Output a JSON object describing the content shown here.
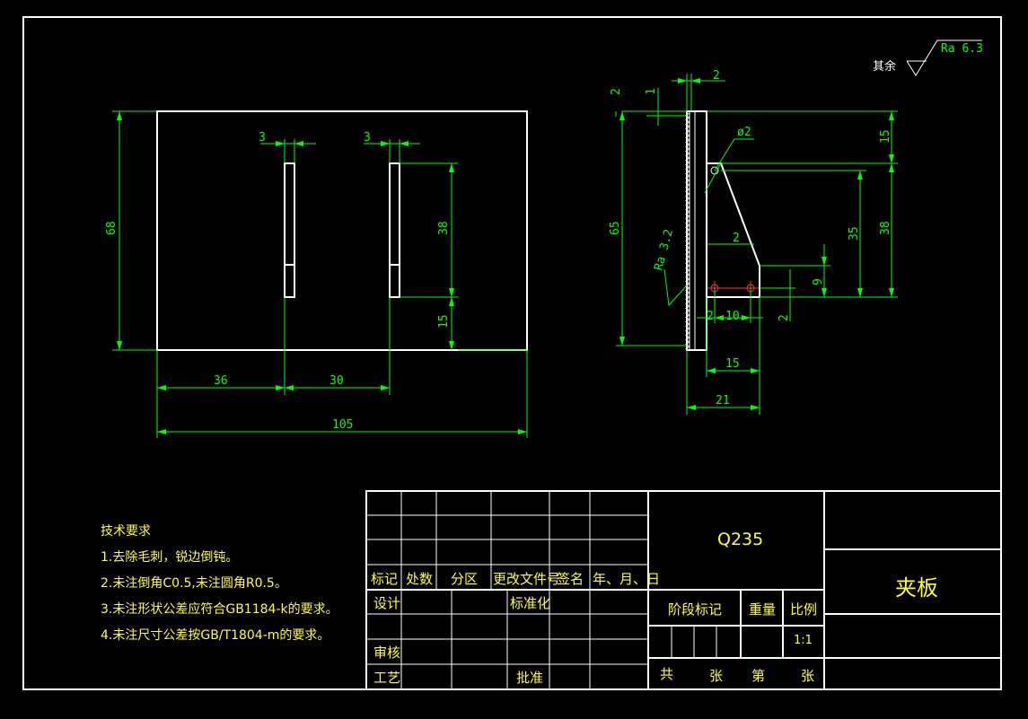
{
  "roughness": {
    "prefix": "其余",
    "value": "Ra 6.3",
    "face_value": "Ra 3.2"
  },
  "front_view": {
    "dims": {
      "height": "68",
      "slot_w1": "3",
      "slot_w2": "3",
      "slot_h": "38",
      "slot_bottom": "15",
      "pos1": "36",
      "pos2": "30",
      "width": "105"
    }
  },
  "side_view": {
    "dims": {
      "top_thk": "2",
      "top_small": "2",
      "top_one": "1",
      "hole_dia": "ø2",
      "d15": "15",
      "d38": "38",
      "d35": "35",
      "d65": "65",
      "d2a": "2",
      "d9": "9",
      "d2b": "2",
      "d2c": "2",
      "d10": "10",
      "d15b": "15",
      "d21": "21"
    }
  },
  "notes": {
    "title": "技术要求",
    "items": [
      "1.去除毛刺，锐边倒钝。",
      "2.未注倒角C0.5,未注圆角R0.5。",
      "3.未注形状公差应符合GB1184-k的要求。",
      "4.未注尺寸公差按GB/T1804-m的要求。"
    ]
  },
  "title_block": {
    "headers": [
      "标记",
      "处数",
      "分区",
      "更改文件号",
      "签名",
      "年、月、日"
    ],
    "design": "设计",
    "standard": "标准化",
    "review": "审核",
    "process": "工艺",
    "approve": "批准",
    "material": "Q235",
    "part_name": "夹板",
    "stage": "阶段标记",
    "weight": "重量",
    "scale_label": "比例",
    "scale": "1:1",
    "sheet_total": "共",
    "sheet_unit": "张",
    "sheet_num": "第",
    "sheet_unit2": "张"
  },
  "colors": {
    "outline": "#ffffff",
    "dimension": "#00ff00",
    "text": "#ffff33",
    "center": "#ff3333"
  }
}
